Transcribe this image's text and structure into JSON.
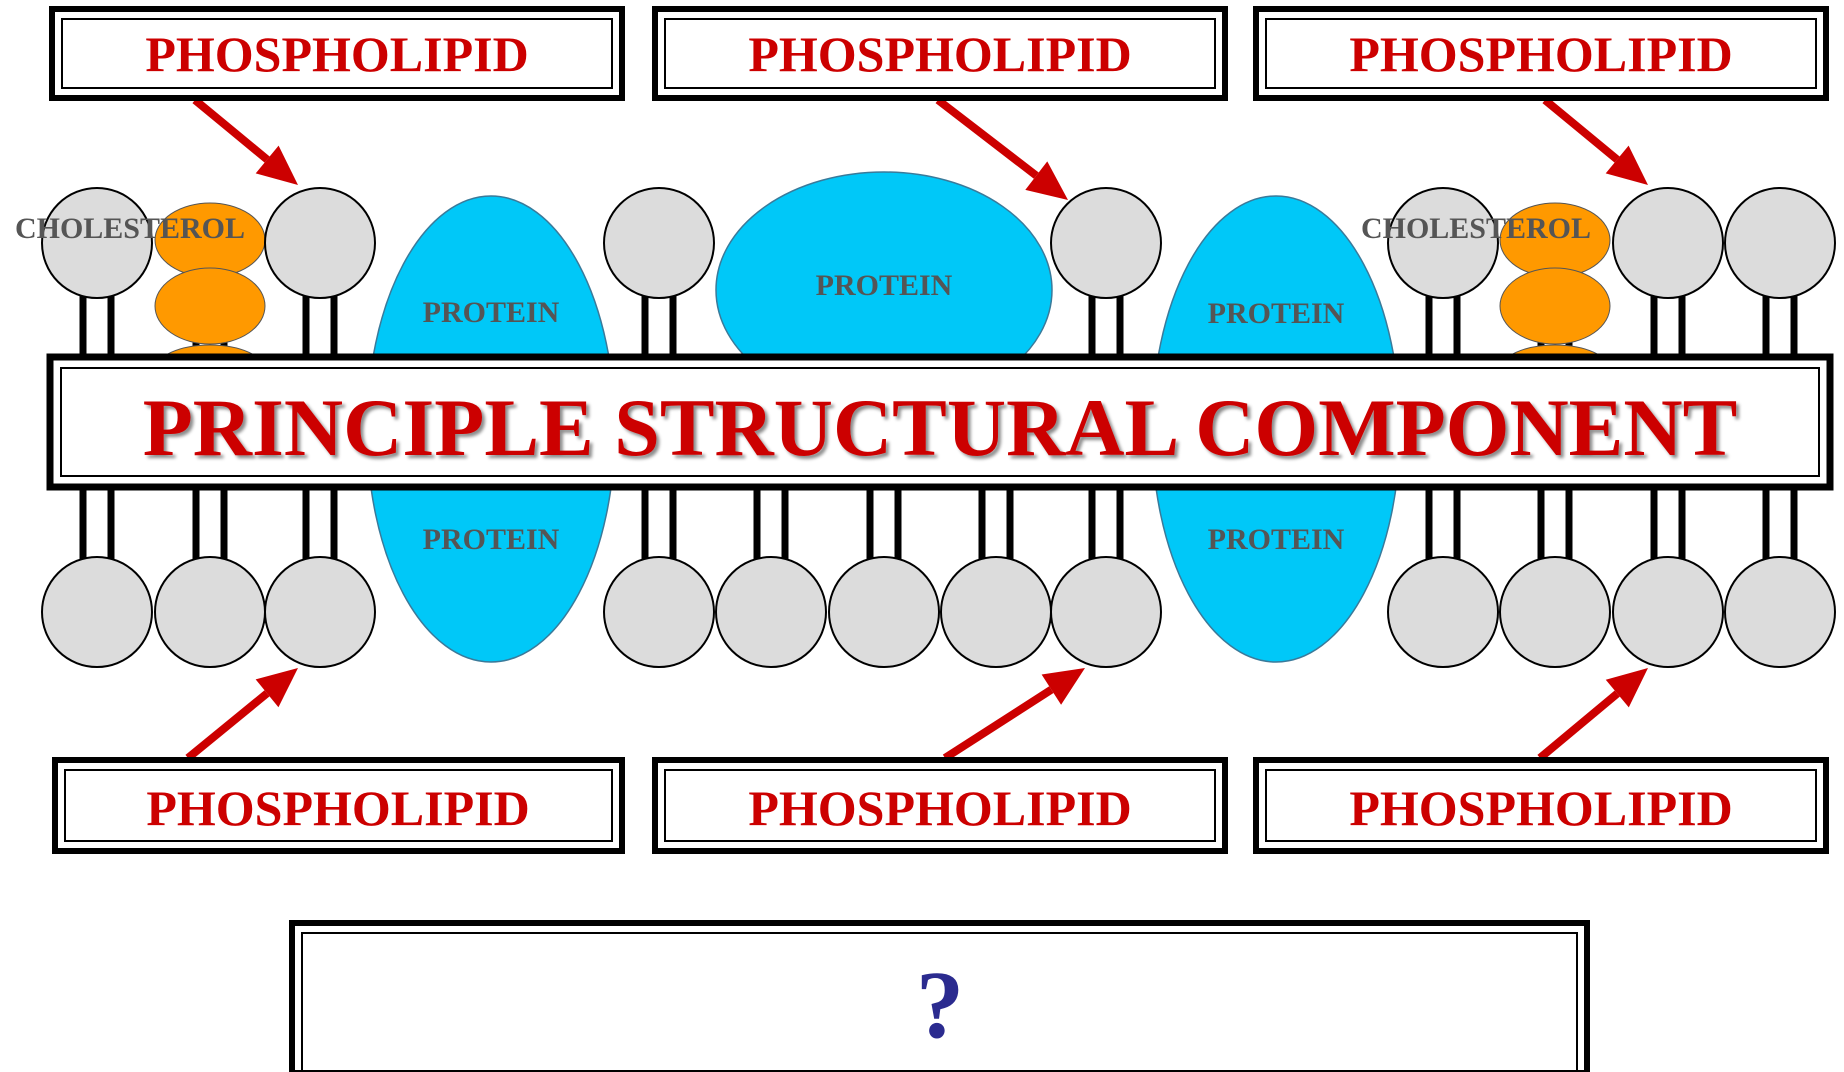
{
  "labels": {
    "phospholipid": "PHOSPHOLIPID",
    "cholesterol": "CHOLESTEROL",
    "protein": "PROTEIN",
    "principle": "PRINCIPLE STRUCTURAL COMPONENT",
    "question": "?"
  },
  "colors": {
    "label_red": "#cc0000",
    "arrow_red": "#cc0000",
    "head_gray": "#dcdcdc",
    "protein_blue": "#00c8f8",
    "protein_text": "#555555",
    "cholesterol_orange": "#ff9900",
    "cholesterol_text": "#555555",
    "question_blue": "#2b2b8f",
    "outline": "#000000"
  }
}
